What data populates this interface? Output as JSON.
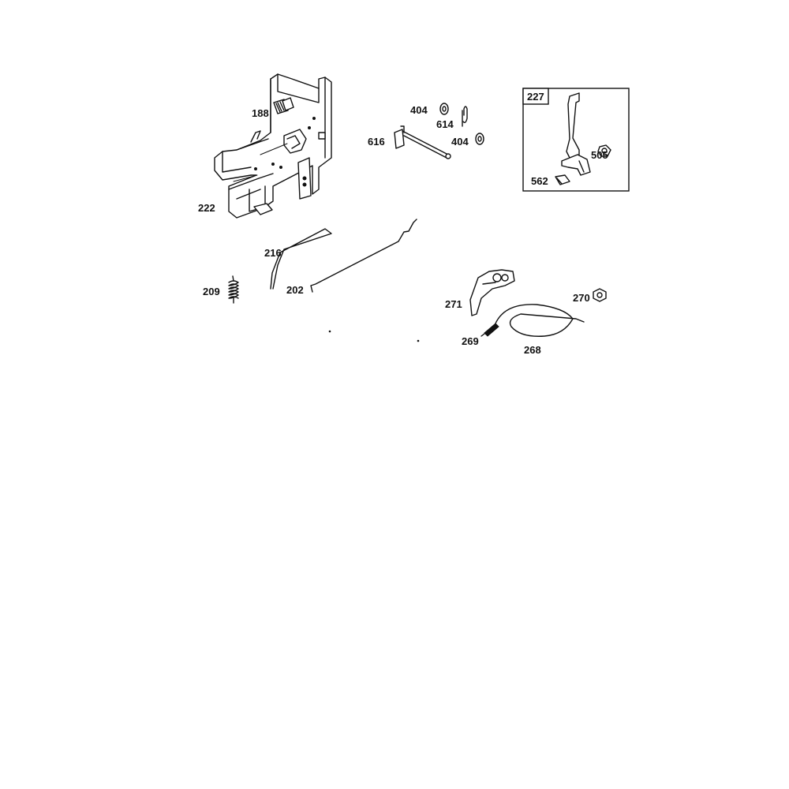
{
  "parts": [
    {
      "id": "part-188",
      "label": "188"
    },
    {
      "id": "part-222",
      "label": "222"
    },
    {
      "id": "part-216",
      "label": "216"
    },
    {
      "id": "part-209",
      "label": "209"
    },
    {
      "id": "part-202",
      "label": "202"
    },
    {
      "id": "part-404a",
      "label": "404"
    },
    {
      "id": "part-614",
      "label": "614"
    },
    {
      "id": "part-404b",
      "label": "404"
    },
    {
      "id": "part-616",
      "label": "616"
    },
    {
      "id": "part-227",
      "label": "227"
    },
    {
      "id": "part-505",
      "label": "505"
    },
    {
      "id": "part-562",
      "label": "562"
    },
    {
      "id": "part-271",
      "label": "271"
    },
    {
      "id": "part-270",
      "label": "270"
    },
    {
      "id": "part-269",
      "label": "269"
    },
    {
      "id": "part-268",
      "label": "268"
    }
  ]
}
